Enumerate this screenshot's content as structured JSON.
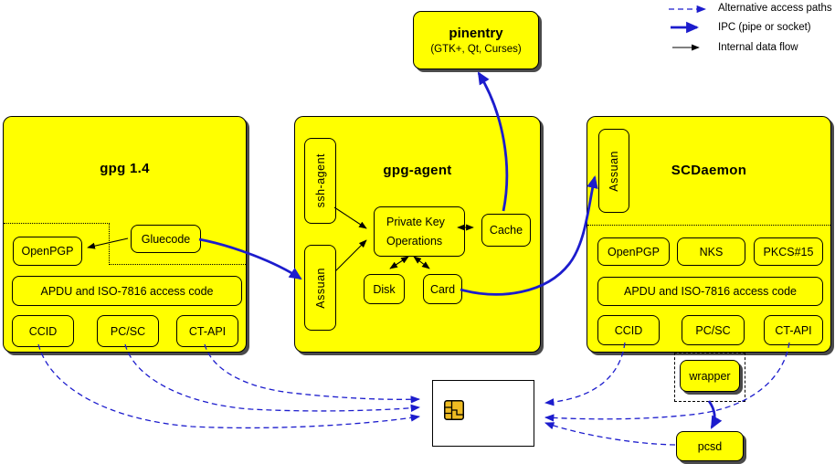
{
  "legend": {
    "alt_label": "Alternative access paths",
    "ipc_label": "IPC (pipe or socket)",
    "internal_label": "Internal data flow"
  },
  "pinentry": {
    "title": "pinentry",
    "subtitle": "(GTK+, Qt, Curses)"
  },
  "gpg14": {
    "title": "gpg 1.4",
    "openpgp": "OpenPGP",
    "gluecode": "Gluecode",
    "apdu": "APDU and ISO-7816 access code",
    "ccid": "CCID",
    "pcsc": "PC/SC",
    "ctapi": "CT-API"
  },
  "gpg_agent": {
    "title": "gpg-agent",
    "ssh_agent": "ssh-agent",
    "assuan": "Assuan",
    "private_key_ops_line1": "Private Key",
    "private_key_ops_line2": "Operations",
    "cache": "Cache",
    "disk": "Disk",
    "card": "Card"
  },
  "scdaemon": {
    "title": "SCDaemon",
    "assuan": "Assuan",
    "openpgp": "OpenPGP",
    "nks": "NKS",
    "pkcs15": "PKCS#15",
    "apdu": "APDU and ISO-7816 access code",
    "ccid": "CCID",
    "pcsc": "PC/SC",
    "ctapi": "CT-API",
    "wrapper": "wrapper"
  },
  "pcsd_label": "pcsd",
  "colors": {
    "node_fill": "#ffff00",
    "arrow_blue": "#1c1ccd",
    "black": "#000000",
    "chip_gold": "#eebb22",
    "card_fill": "#ffffff"
  }
}
